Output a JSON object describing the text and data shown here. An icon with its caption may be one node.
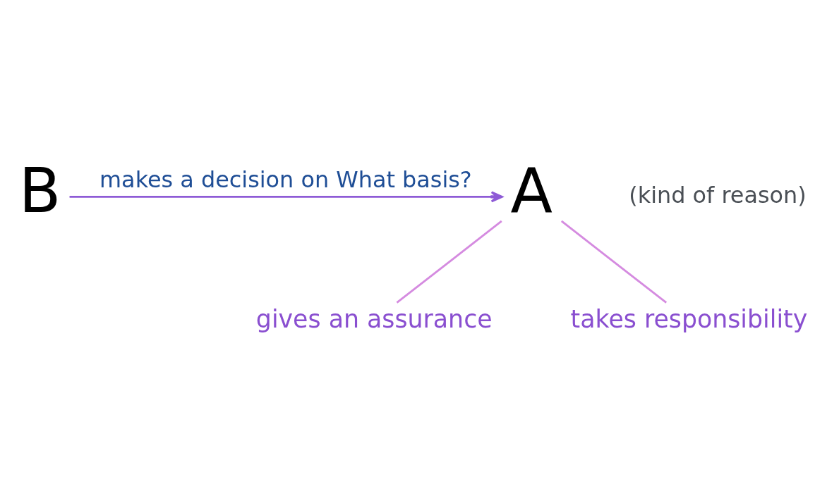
{
  "diagram": {
    "nodes": [
      {
        "text": [
          "A"
        ]
      },
      {
        "text": [
          "B"
        ]
      },
      {
        "text": [
          "gives an assurance"
        ]
      },
      {
        "text": [
          "takes responsibility"
        ]
      }
    ],
    "edges": [
      {
        "from": 1,
        "to": 0,
        "arrow": "to",
        "label": "makes a decision on What basis?"
      },
      {
        "from": 0,
        "to": 2,
        "arrow": "none",
        "color": "#d58be0"
      },
      {
        "from": 0,
        "to": 3,
        "arrow": "none",
        "color": "#d58be0"
      }
    ],
    "labels": [
      "(kind of reason)"
    ]
  }
}
